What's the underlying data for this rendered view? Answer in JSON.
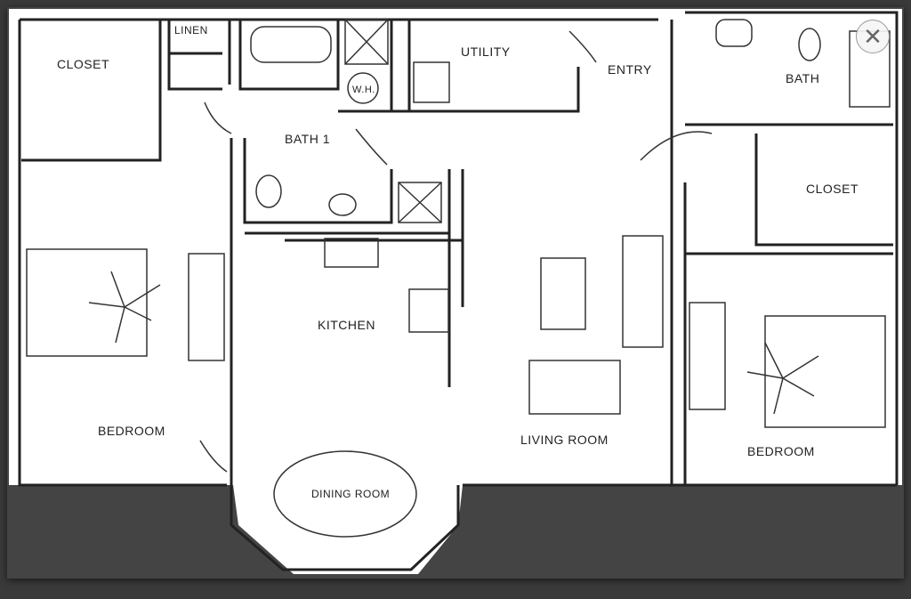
{
  "lightbox": {
    "close_icon": "close-icon",
    "close_label": "✕"
  },
  "floorplan": {
    "rooms": {
      "closet_left": "CLOSET",
      "linen": "LINEN",
      "utility": "UTILITY",
      "water_heater": "W.H.",
      "entry": "ENTRY",
      "bath_right": "BATH",
      "bath1": "BATH 1",
      "closet_right": "CLOSET",
      "kitchen": "KITCHEN",
      "bedroom_left": "BEDROOM",
      "living_room": "LIVING ROOM",
      "bedroom_right": "BEDROOM",
      "dining_room": "DINING ROOM"
    }
  }
}
